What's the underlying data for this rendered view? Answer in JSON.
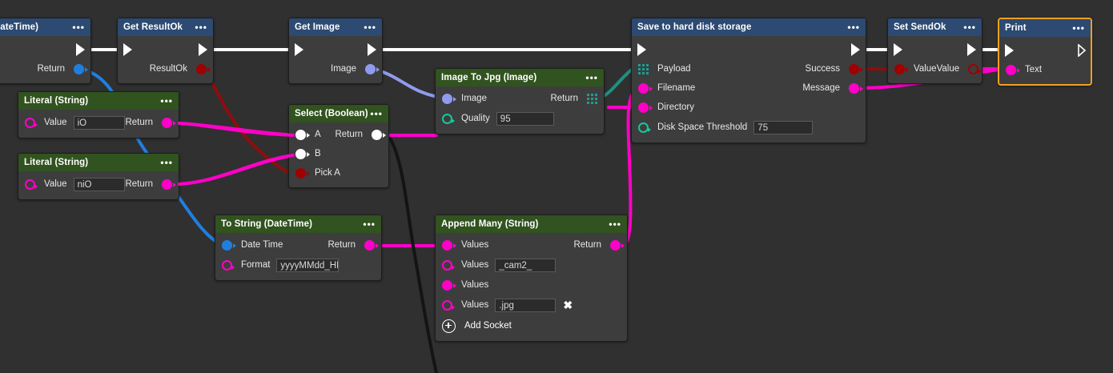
{
  "app": {
    "background": "#303030",
    "node_body": "#3d3d3d",
    "header_blue": "#2c4a72",
    "header_green": "#31531f",
    "selection": "#f0a020"
  },
  "colors": {
    "exec": "#ffffff",
    "string": "#ff00c8",
    "bool": "#ffffff",
    "datetime": "#1f7fe0",
    "image": "#8f9bee",
    "number": "#16c79a",
    "array": "#1f9e8f",
    "red": "#a00000",
    "black": "#111111"
  },
  "nodes": [
    {
      "id": "now-datetime",
      "title": "Now (DateTime)",
      "header": "blue",
      "menu": "•••",
      "outputs": [
        {
          "label": "Return",
          "type": "datetime"
        }
      ],
      "inputs": []
    },
    {
      "id": "get-resultok",
      "title": "Get ResultOk",
      "header": "blue",
      "menu": "•••",
      "outputs": [
        {
          "label": "ResultOk",
          "type": "red"
        }
      ],
      "inputs": []
    },
    {
      "id": "get-image",
      "title": "Get Image",
      "header": "blue",
      "menu": "•••",
      "outputs": [
        {
          "label": "Image",
          "type": "image"
        }
      ],
      "inputs": []
    },
    {
      "id": "image-to-jpg",
      "title": "Image To Jpg (Image)",
      "header": "green",
      "menu": "•••",
      "inputs": [
        {
          "label": "Image",
          "type": "image"
        },
        {
          "label": "Quality",
          "type": "number",
          "value": "95"
        }
      ],
      "outputs": [
        {
          "label": "Return",
          "type": "array"
        }
      ]
    },
    {
      "id": "save-to-hard-disk-storage",
      "title": "Save to hard disk storage",
      "header": "blue",
      "menu": "•••",
      "inputs": [
        {
          "label": "Payload",
          "type": "array"
        },
        {
          "label": "Filename",
          "type": "string"
        },
        {
          "label": "Directory",
          "type": "string"
        },
        {
          "label": "Disk Space Threshold",
          "type": "number",
          "value": "75"
        }
      ],
      "outputs": [
        {
          "label": "Success",
          "type": "red"
        },
        {
          "label": "Message",
          "type": "string"
        }
      ]
    },
    {
      "id": "set-sendok",
      "title": "Set SendOk",
      "header": "blue",
      "menu": "•••",
      "inputs": [
        {
          "label": "Value",
          "type": "red"
        }
      ],
      "outputs": [
        {
          "label": "Value",
          "type": "red-hollow"
        }
      ]
    },
    {
      "id": "print",
      "title": "Print",
      "header": "blue",
      "menu": "•••",
      "selected": true,
      "inputs": [
        {
          "label": "Text",
          "type": "string"
        }
      ],
      "outputs": []
    },
    {
      "id": "literal-string-1",
      "title": "Literal (String)",
      "header": "green",
      "menu": "•••",
      "inputs": [
        {
          "label": "Value",
          "type": "string-hollow",
          "value": "iO"
        }
      ],
      "outputs": [
        {
          "label": "Return",
          "type": "string"
        }
      ]
    },
    {
      "id": "literal-string-2",
      "title": "Literal (String)",
      "header": "green",
      "menu": "•••",
      "inputs": [
        {
          "label": "Value",
          "type": "string-hollow",
          "value": "niO"
        }
      ],
      "outputs": [
        {
          "label": "Return",
          "type": "string"
        }
      ]
    },
    {
      "id": "select-boolean",
      "title": "Select (Boolean)",
      "header": "green",
      "menu": "•••",
      "inputs": [
        {
          "label": "A",
          "type": "bool"
        },
        {
          "label": "B",
          "type": "bool"
        },
        {
          "label": "Pick A",
          "type": "red"
        }
      ],
      "outputs": [
        {
          "label": "Return",
          "type": "bool"
        }
      ]
    },
    {
      "id": "to-string-datetime",
      "title": "To String (DateTime)",
      "header": "green",
      "menu": "•••",
      "inputs": [
        {
          "label": "Date Time",
          "type": "datetime"
        },
        {
          "label": "Format",
          "type": "string-hollow",
          "value": "yyyyMMdd_HH"
        }
      ],
      "outputs": [
        {
          "label": "Return",
          "type": "string"
        }
      ]
    },
    {
      "id": "append-many-string",
      "title": "Append Many (String)",
      "header": "green",
      "menu": "•••",
      "add_socket_label": "Add Socket",
      "inputs": [
        {
          "label": "Values",
          "type": "string"
        },
        {
          "label": "Values",
          "type": "string-hollow",
          "value": "_cam2_"
        },
        {
          "label": "Values",
          "type": "string"
        },
        {
          "label": "Values",
          "type": "string-hollow",
          "value": ".jpg",
          "removable": true
        }
      ],
      "outputs": [
        {
          "label": "Return",
          "type": "string"
        }
      ]
    }
  ]
}
